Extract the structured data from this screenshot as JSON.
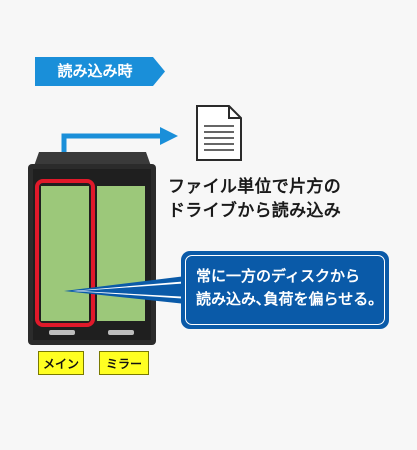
{
  "mode_label": "読み込み時",
  "caption_lines": [
    "ファイル単位で片方の",
    "ドライブから読み込み"
  ],
  "callout_lines": [
    "常に一方のディスクから",
    "読み込み､負荷を偏らせる｡"
  ],
  "drive_labels": {
    "main": "メイン",
    "mirror": "ミラー"
  },
  "icons": {
    "document": "document-icon",
    "arrow": "read-path-arrow"
  },
  "colors": {
    "banner": "#1a8fd9",
    "arrow": "#1a8fd9",
    "callout": "#0a5aa8",
    "highlight": "#e0192a",
    "disk": "#9cc87a",
    "enclosure": "#2b2b2b",
    "label": "#ffff22"
  }
}
